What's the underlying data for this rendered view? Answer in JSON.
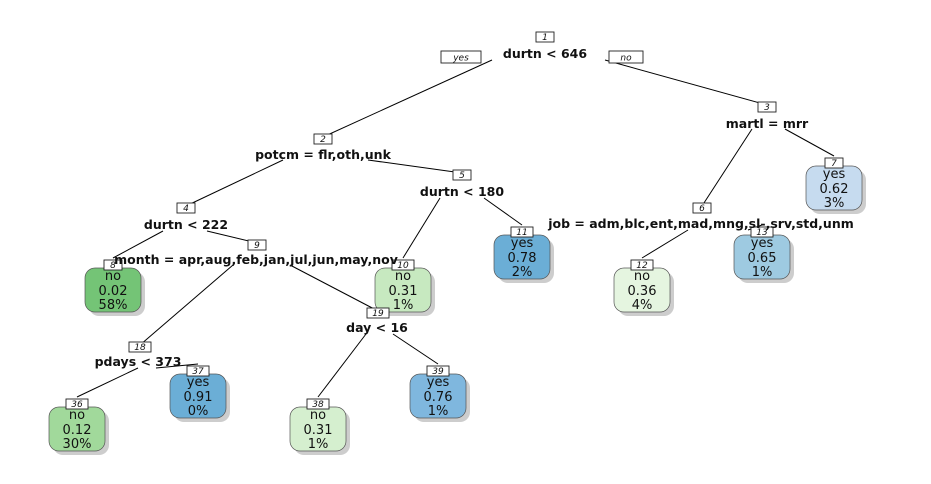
{
  "edge_labels": {
    "left": "yes",
    "right": "no"
  },
  "splits": [
    {
      "id": "1",
      "label": "durtn < 646"
    },
    {
      "id": "2",
      "label": "potcm = flr,oth,unk"
    },
    {
      "id": "3",
      "label": "martl = mrr"
    },
    {
      "id": "4",
      "label": "durtn < 222"
    },
    {
      "id": "5",
      "label": "durtn < 180"
    },
    {
      "id": "6",
      "label": "job = adm,blc,ent,mad,mng,sl-,srv,std,unm"
    },
    {
      "id": "9",
      "label": "month = apr,aug,feb,jan,jul,jun,may,nov"
    },
    {
      "id": "18",
      "label": "pdays < 373"
    },
    {
      "id": "19",
      "label": "day < 16"
    }
  ],
  "leaves": [
    {
      "id": "8",
      "class": "no",
      "prob": "0.02",
      "pct": "58%",
      "color": "#74c476"
    },
    {
      "id": "36",
      "class": "no",
      "prob": "0.12",
      "pct": "30%",
      "color": "#a1d99b"
    },
    {
      "id": "37",
      "class": "yes",
      "prob": "0.91",
      "pct": "0%",
      "color": "#6baed6"
    },
    {
      "id": "38",
      "class": "no",
      "prob": "0.31",
      "pct": "1%",
      "color": "#d5efcf"
    },
    {
      "id": "39",
      "class": "yes",
      "prob": "0.76",
      "pct": "1%",
      "color": "#7fb7de"
    },
    {
      "id": "10",
      "class": "no",
      "prob": "0.31",
      "pct": "1%",
      "color": "#c7e9c0"
    },
    {
      "id": "11",
      "class": "yes",
      "prob": "0.78",
      "pct": "2%",
      "color": "#6baed6"
    },
    {
      "id": "12",
      "class": "no",
      "prob": "0.36",
      "pct": "4%",
      "color": "#e5f5e0"
    },
    {
      "id": "13",
      "class": "yes",
      "prob": "0.65",
      "pct": "1%",
      "color": "#9ecae1"
    },
    {
      "id": "7",
      "class": "yes",
      "prob": "0.62",
      "pct": "3%",
      "color": "#c6dbef"
    }
  ]
}
